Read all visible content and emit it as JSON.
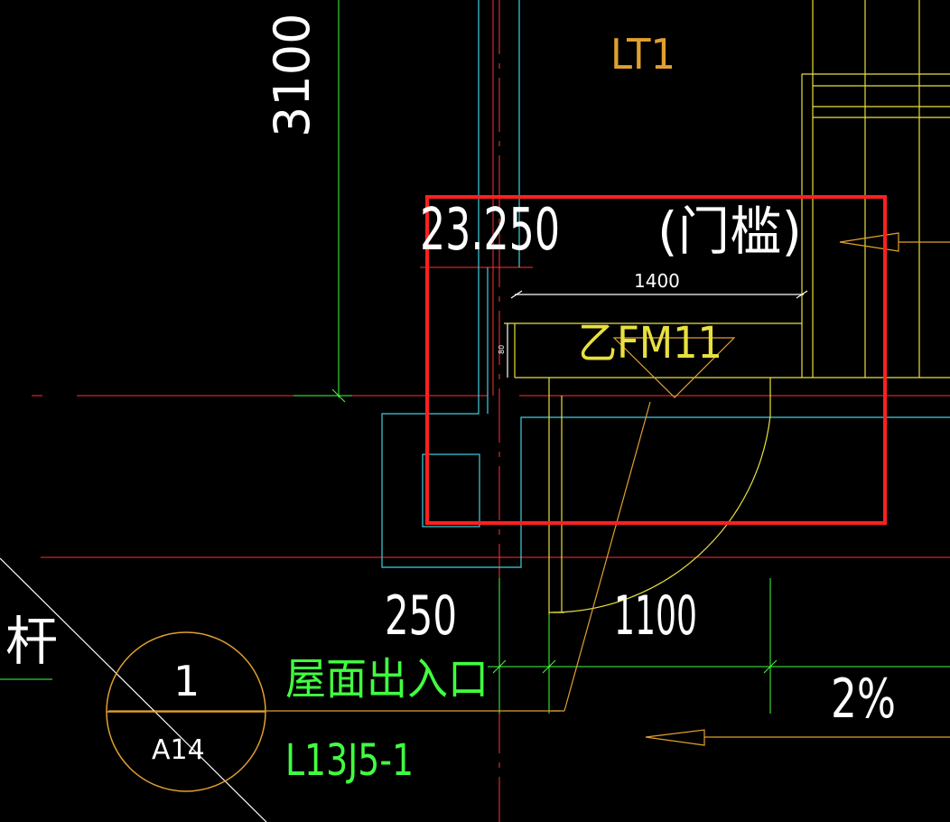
{
  "drawing": {
    "labels": {
      "lt1": "LT1",
      "dim_3100": "3100",
      "elevation": "23.250",
      "threshold": "(门槛)",
      "dim_1400": "1400",
      "door_tag": "乙FM11",
      "dim_small": "80",
      "dim_250": "250",
      "dim_1100": "1100",
      "rod": "杆",
      "roof_exit": "屋面出入口",
      "slope": "2%",
      "detail_number": "1",
      "detail_sheet": "A14",
      "detail_ref": "L13J5-1"
    },
    "colors": {
      "background": "#000000",
      "red_line": "#ff3030",
      "highlight_box": "#ff2020",
      "cyan": "#40d0e0",
      "green": "#40ff40",
      "yellow": "#e8e040",
      "orange": "#e0a030",
      "white": "#ffffff",
      "magenta": "#ff40ff"
    }
  }
}
